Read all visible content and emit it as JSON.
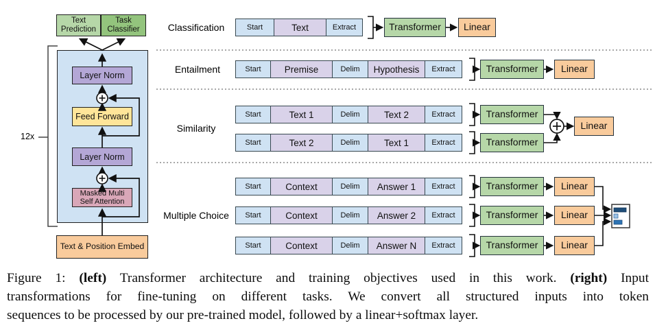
{
  "palette": {
    "token_blue": "#cfe2f3",
    "token_purple": "#d9d2e9",
    "transformer_green": "#b6d7a8",
    "linear_orange": "#f9cb9c",
    "container_blue": "#cfe2f3",
    "layer_norm_purple": "#b4a7d6",
    "feed_forward_yellow": "#ffe599",
    "attention_pink": "#d9a7b8",
    "text_prediction_green": "#b6d7a8",
    "task_classifier_green": "#93c47d",
    "embed_orange": "#f9cb9c",
    "bar_dark_blue": "#1f4e79",
    "bar_light_blue": "#9dc3e6",
    "bar_mid_blue": "#2e74b5"
  },
  "left_diagram": {
    "reps": "12x",
    "text_prediction": {
      "line1": "Text",
      "line2": "Prediction"
    },
    "task_classifier": {
      "line1": "Task",
      "line2": "Classifier"
    },
    "layer_norm_top": "Layer Norm",
    "feed_forward": "Feed Forward",
    "layer_norm_bottom": "Layer Norm",
    "masked_attention": {
      "line1": "Masked Multi",
      "line2": "Self Attention"
    },
    "embed": "Text & Position Embed"
  },
  "right_panel": {
    "classification": {
      "label": "Classification",
      "tokens": [
        "Start",
        "Text",
        "Extract"
      ],
      "transformer": "Transformer",
      "linear": "Linear"
    },
    "entailment": {
      "label": "Entailment",
      "tokens": [
        "Start",
        "Premise",
        "Delim",
        "Hypothesis",
        "Extract"
      ],
      "transformer": "Transformer",
      "linear": "Linear"
    },
    "similarity": {
      "label": "Similarity",
      "row1_tokens": [
        "Start",
        "Text 1",
        "Delim",
        "Text 2",
        "Extract"
      ],
      "row2_tokens": [
        "Start",
        "Text 2",
        "Delim",
        "Text 1",
        "Extract"
      ],
      "transformer1": "Transformer",
      "transformer2": "Transformer",
      "linear": "Linear"
    },
    "multiple_choice": {
      "label": "Multiple Choice",
      "row1_tokens": [
        "Start",
        "Context",
        "Delim",
        "Answer 1",
        "Extract"
      ],
      "row2_tokens": [
        "Start",
        "Context",
        "Delim",
        "Answer 2",
        "Extract"
      ],
      "row3_tokens": [
        "Start",
        "Context",
        "Delim",
        "Answer N",
        "Extract"
      ],
      "transformer": "Transformer",
      "linear": "Linear",
      "output_bars_relative": [
        0.75,
        0.2,
        0.45
      ]
    }
  },
  "caption": {
    "line1_pre": "Figure 1: ",
    "line1_bold1": "(left)",
    "line1_mid": " Transformer architecture and training objectives used in this work. ",
    "line1_bold2": "(right)",
    "line1_post": " Input",
    "line2": "transformations for fine-tuning on different tasks.  We convert all structured inputs into token",
    "line3": "sequences to be processed by our pre-trained model, followed by a linear+softmax layer."
  }
}
